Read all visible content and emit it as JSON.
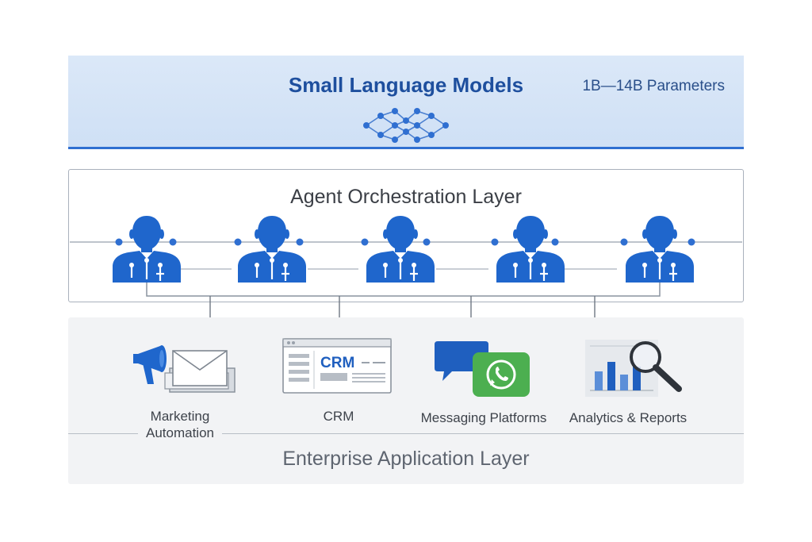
{
  "slm": {
    "title": "Small Language Models",
    "params": "1B—14B Parameters",
    "icon": "neural-network-icon"
  },
  "orchestration": {
    "title": "Agent Orchestration Layer",
    "agent_count": 5,
    "agent_icon": "agent-person-icon"
  },
  "enterprise": {
    "title": "Enterprise Application Layer",
    "apps": [
      {
        "label_line1": "Marketing",
        "label_line2": "Automation",
        "icon": "megaphone-email-icon"
      },
      {
        "label_line1": "CRM",
        "label_line2": "",
        "icon": "crm-window-icon",
        "icon_text": "CRM"
      },
      {
        "label_line1": "Messaging Platforms",
        "label_line2": "",
        "icon": "chat-whatsapp-icon"
      },
      {
        "label_line1": "Analytics & Reports",
        "label_line2": "",
        "icon": "chart-magnifier-icon"
      }
    ]
  },
  "colors": {
    "accent_blue": "#1f66cc",
    "dark_blue": "#1e4f9e",
    "band_blue": "#d5e4f7",
    "whatsapp_green": "#4caf50",
    "connector_gray": "#a9b1bc"
  }
}
